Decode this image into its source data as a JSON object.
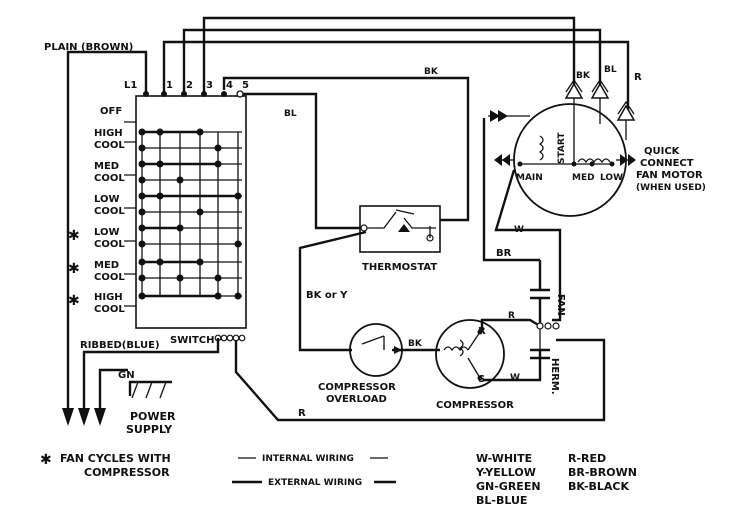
{
  "labels": {
    "plain_brown": "PLAIN (BROWN)",
    "ribbed_blue": "RIBBED(BLUE)",
    "switch": "SWITCH",
    "terminals": [
      "L1",
      "1",
      "2",
      "3",
      "4",
      "5"
    ],
    "switch_positions": [
      "OFF",
      "HIGH",
      "COOL",
      "MED",
      "COOL",
      "LOW",
      "COOL",
      "LOW",
      "COOL",
      "MED",
      "COOL",
      "HIGH",
      "COOL"
    ],
    "star": "✱",
    "thermostat": "THERMOSTAT",
    "bk_y": "BK or Y",
    "compressor_overload_1": "COMPRESSOR",
    "compressor_overload_2": "OVERLOAD",
    "compressor": "COMPRESSOR",
    "fan": "FAN",
    "herm": "HERM.",
    "start": "START",
    "main": "MAIN",
    "med": "MED",
    "low": "LOW",
    "quick_connect": [
      "QUICK",
      "CONNECT",
      "FAN MOTOR",
      "(WHEN USED)"
    ],
    "power_supply_1": "POWER",
    "power_supply_2": "SUPPLY",
    "gn": "GN",
    "wire_bk": "BK",
    "wire_bl": "BL",
    "wire_r": "R",
    "wire_w": "W",
    "wire_br": "BR",
    "cap_r": "R",
    "cap_s": "S"
  },
  "legend": {
    "star_note_1": "FAN CYCLES WITH",
    "star_note_2": "COMPRESSOR",
    "internal": "INTERNAL WIRING",
    "external": "EXTERNAL WIRING",
    "colors_left": [
      "W-WHITE",
      "Y-YELLOW",
      "GN-GREEN",
      "BL-BLUE"
    ],
    "colors_right": [
      "R-RED",
      "BR-BROWN",
      "BK-BLACK"
    ]
  }
}
